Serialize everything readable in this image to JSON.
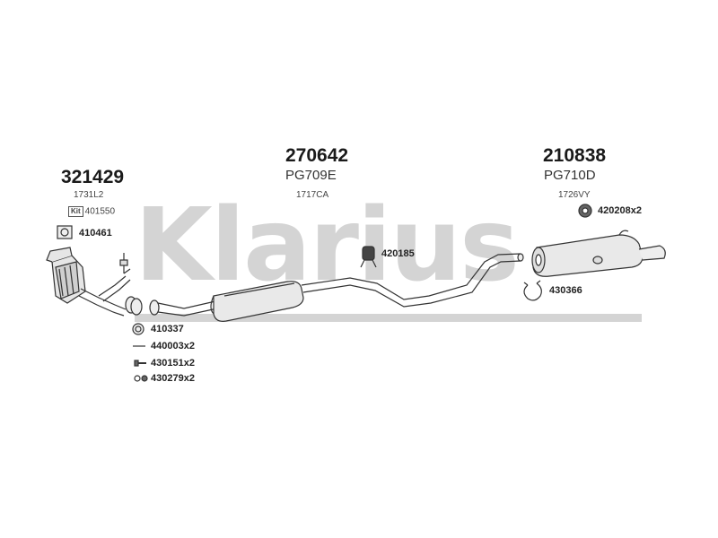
{
  "watermark": "Klarius",
  "groups": [
    {
      "part": "321429",
      "code": "",
      "ref": "1731L2",
      "kit": "401550"
    },
    {
      "part": "270642",
      "code": "PG709E",
      "ref": "1717CA"
    },
    {
      "part": "210838",
      "code": "PG710D",
      "ref": "1726VY"
    }
  ],
  "accessories": {
    "a410461": "410461",
    "a410337": "410337",
    "a440003": "440003x2",
    "a430151": "430151x2",
    "a430279": "430279x2",
    "a420185": "420185",
    "a420208": "420208x2",
    "a430366": "430366"
  },
  "colors": {
    "line": "#333333",
    "watermark": "#d4d4d4"
  }
}
